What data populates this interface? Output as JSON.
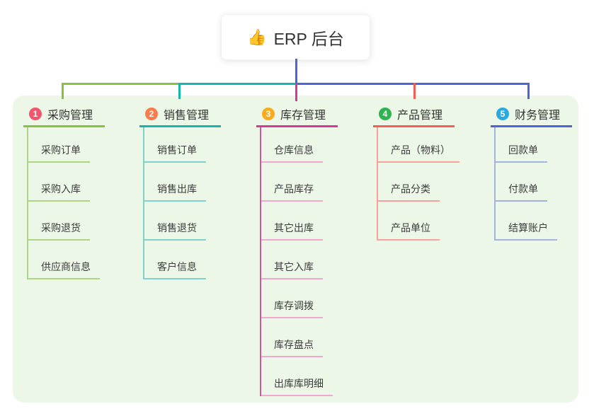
{
  "root": {
    "icon": "👍",
    "title": "ERP 后台"
  },
  "palette": {
    "canvas_bg": "#ffffff",
    "panel_bg": "#edf7e8",
    "root_line": "#4a65d6",
    "header_text": "#333333",
    "child_text": "#3c3c3c"
  },
  "branches": [
    {
      "index": "1",
      "label": "采购管理",
      "badge_color": "#f2566e",
      "line_color": "#85c23d",
      "light_color": "#aed585",
      "stem_color": "#aed585",
      "children": [
        "采购订单",
        "采购入库",
        "采购退货",
        "供应商信息"
      ]
    },
    {
      "index": "2",
      "label": "销售管理",
      "badge_color": "#f97c4d",
      "line_color": "#15b6ad",
      "light_color": "#7fd2cb",
      "stem_color": "#7fd2cb",
      "children": [
        "销售订单",
        "销售出库",
        "销售退货",
        "客户信息"
      ]
    },
    {
      "index": "3",
      "label": "库存管理",
      "badge_color": "#fbab1c",
      "line_color": "#d13b97",
      "light_color": "#f0a8d0",
      "stem_color": "#d4569f",
      "children": [
        "仓库信息",
        "产品库存",
        "其它出库",
        "其它入库",
        "库存调拨",
        "库存盘点",
        "出库库明细"
      ]
    },
    {
      "index": "4",
      "label": "产品管理",
      "badge_color": "#2fb350",
      "line_color": "#f65d57",
      "light_color": "#f9a09b",
      "stem_color": "#f9a09b",
      "children": [
        "产品（物料）",
        "产品分类",
        "产品单位"
      ]
    },
    {
      "index": "5",
      "label": "财务管理",
      "badge_color": "#29a9e0",
      "line_color": "#4a65d6",
      "light_color": "#a2b3e2",
      "stem_color": "#a2b3e2",
      "children": [
        "回款单",
        "付款单",
        "结算账户"
      ]
    }
  ]
}
